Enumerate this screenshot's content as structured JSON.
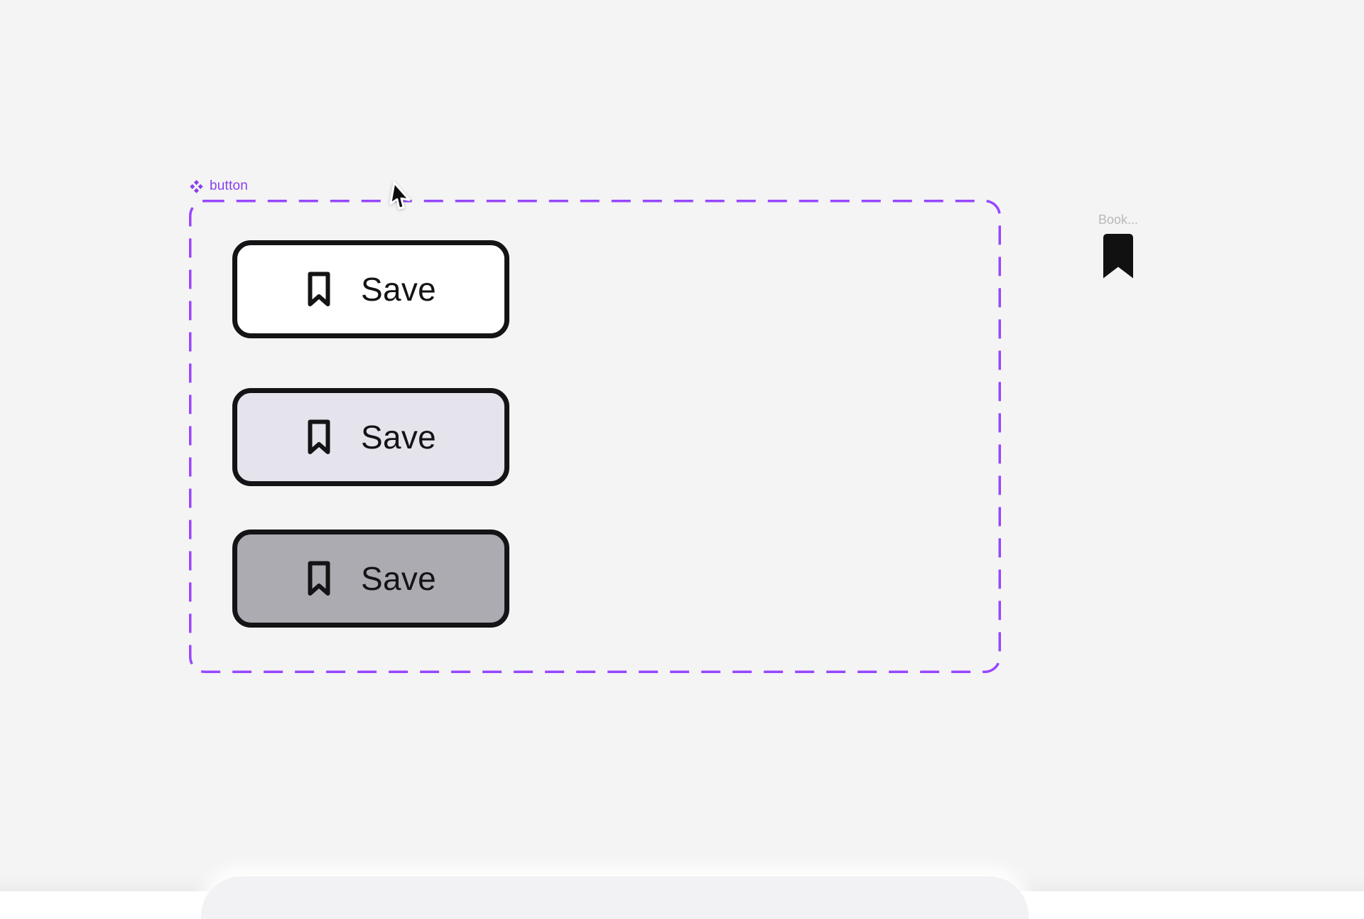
{
  "canvas": {
    "background": "#f4f4f4"
  },
  "component_frame": {
    "label": "button",
    "accent_color": "#9747ff",
    "label_color": "#8a3ff0"
  },
  "buttons": [
    {
      "label": "Save",
      "fill": "#ffffff",
      "icon": "bookmark-outline-icon"
    },
    {
      "label": "Save",
      "fill": "#e5e4ec",
      "icon": "bookmark-outline-icon"
    },
    {
      "label": "Save",
      "fill": "#acabb2",
      "icon": "bookmark-outline-icon"
    }
  ],
  "button_style": {
    "border_color": "#141416",
    "text_color": "#141416"
  },
  "asset": {
    "label": "Book...",
    "label_color": "#b9b9b9",
    "icon": "bookmark-filled-icon",
    "icon_color": "#111111"
  },
  "cursor": {
    "icon": "arrow-pointer-icon"
  }
}
